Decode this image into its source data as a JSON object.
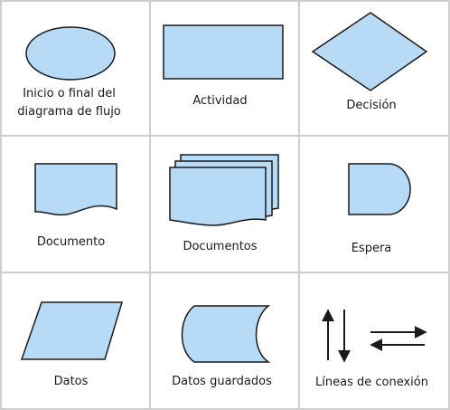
{
  "colors": {
    "shape_fill": "#b7daf7",
    "stroke": "#1a1a1a",
    "grid": "#cfcfcf"
  },
  "cells": [
    {
      "label": "Inicio o final del diagrama de flujo",
      "label_line1": "Inicio o final del",
      "label_line2": "diagrama de flujo",
      "icon": "ellipse-icon"
    },
    {
      "label": "Actividad",
      "icon": "rectangle-icon"
    },
    {
      "label": "Decisión",
      "icon": "diamond-icon"
    },
    {
      "label": "Documento",
      "icon": "document-icon"
    },
    {
      "label": "Documentos",
      "icon": "multiple-documents-icon"
    },
    {
      "label": "Espera",
      "icon": "delay-icon"
    },
    {
      "label": "Datos",
      "icon": "parallelogram-icon"
    },
    {
      "label": "Datos guardados",
      "icon": "stored-data-icon"
    },
    {
      "label": "Líneas de conexión",
      "icon": "connector-arrows-icon"
    }
  ]
}
